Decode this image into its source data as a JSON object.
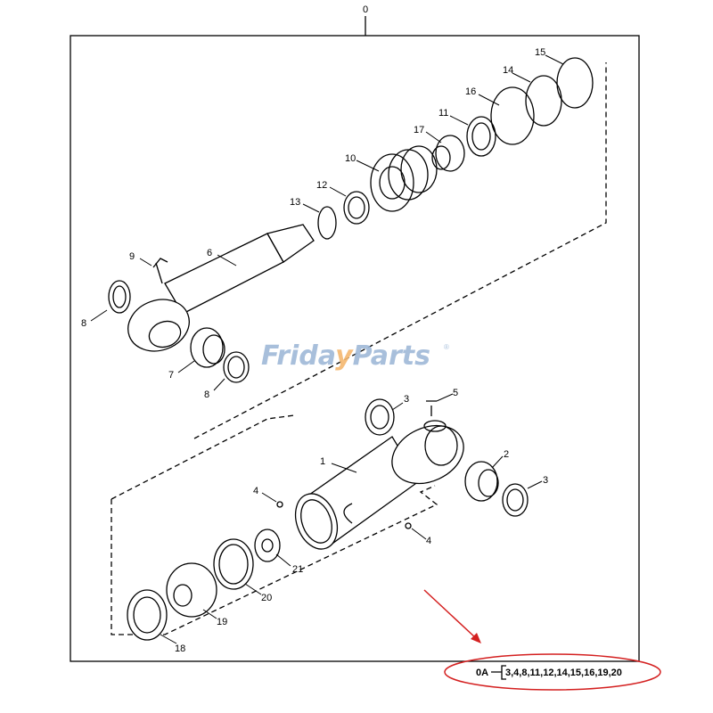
{
  "diagram": {
    "assembly_label": "0",
    "callouts": [
      "15",
      "14",
      "16",
      "11",
      "17",
      "10",
      "12",
      "13",
      "6",
      "9",
      "8",
      "7",
      "8",
      "3",
      "5",
      "1",
      "2",
      "3",
      "4",
      "4",
      "21",
      "20",
      "19",
      "18"
    ],
    "kit": {
      "prefix": "0A",
      "items": "3,4,8,11,12,14,15,16,19,20"
    },
    "watermark": {
      "text_a": "Frida",
      "text_b": "y",
      "text_c": "Parts",
      "mark": "®"
    },
    "colors": {
      "line": "#000000",
      "highlight": "#d42020",
      "watermark": "#9fb9d8",
      "watermark_accent": "#f4b870"
    }
  }
}
